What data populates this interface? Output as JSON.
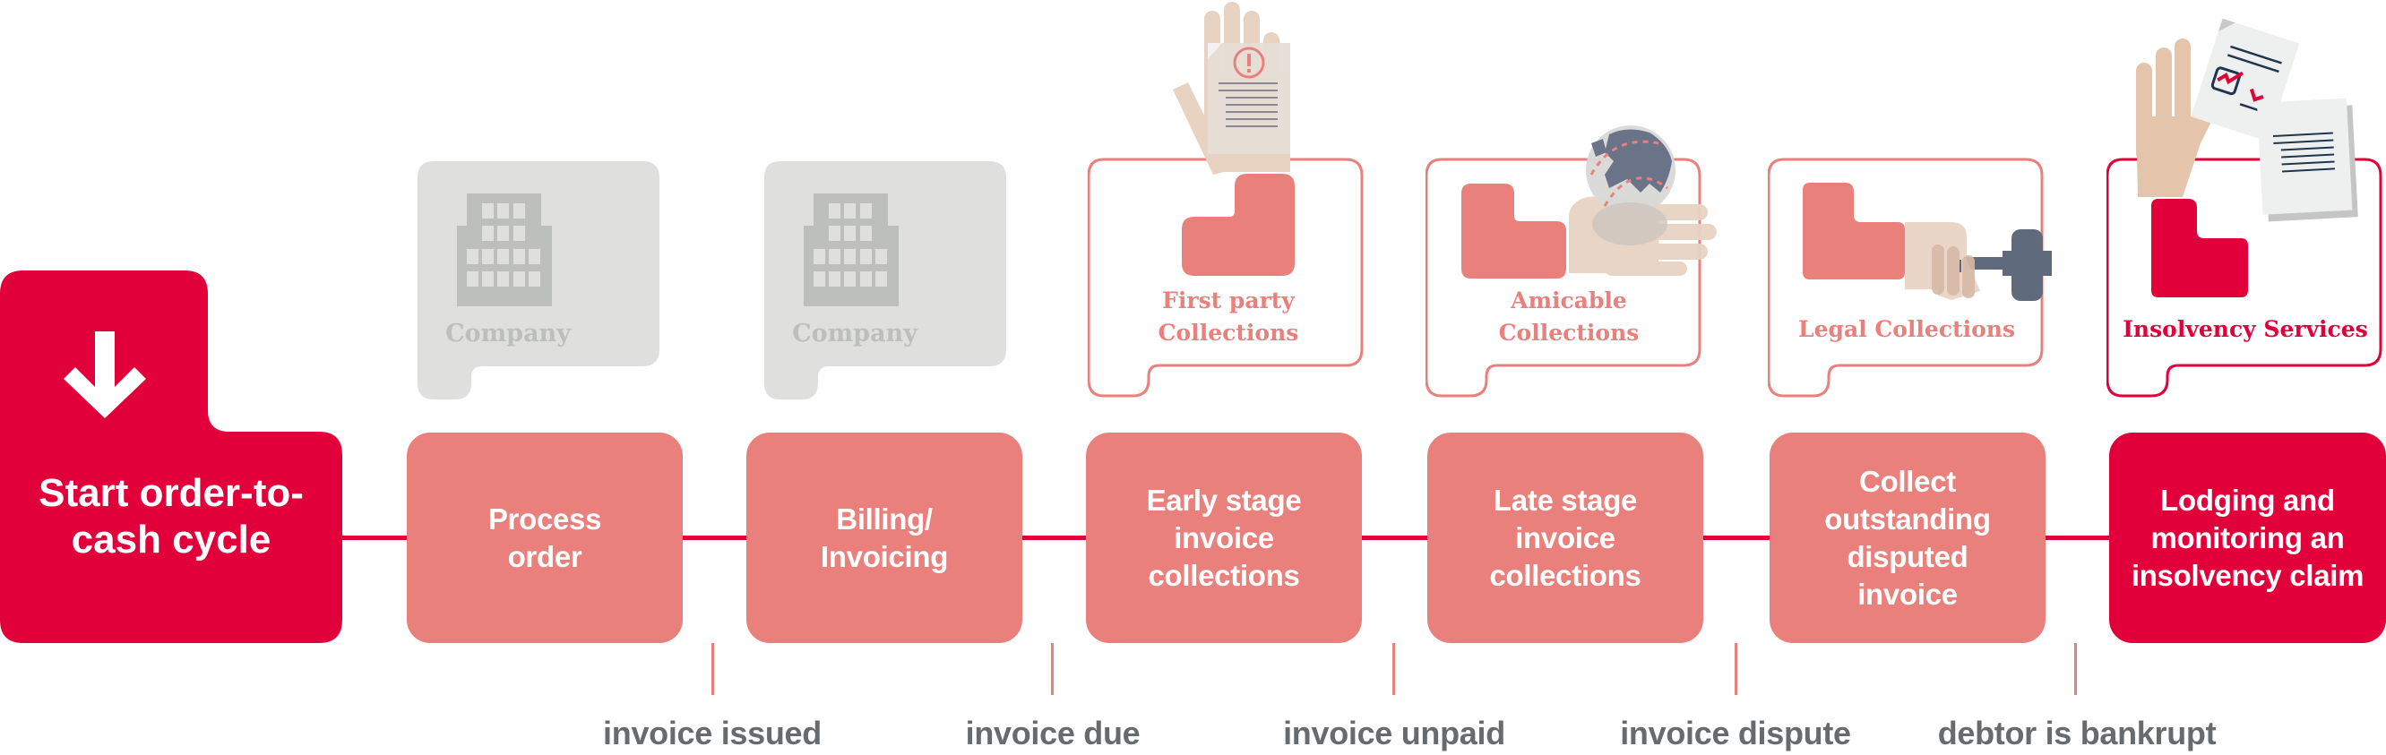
{
  "colors": {
    "primary_red": "#e2003a",
    "light_red": "#e9807c",
    "company_gray_bg": "#dfe0de",
    "company_gray_icon": "#bdbfbc",
    "milestone_text": "#676b6e",
    "skin": "#e8d3c2",
    "navy": "#5f6a7d"
  },
  "start": {
    "icon": "arrow-down-icon",
    "label": "Start order-to-cash cycle"
  },
  "steps": [
    {
      "label": "Process order",
      "emphasis": false
    },
    {
      "label": "Billing/ Invoicing",
      "emphasis": false
    },
    {
      "label": "Early stage invoice collections",
      "emphasis": false
    },
    {
      "label": "Late stage invoice collections",
      "emphasis": false
    },
    {
      "label": "Collect outstanding disputed invoice",
      "emphasis": false
    },
    {
      "label": "Lodging and monitoring an insolvency claim",
      "emphasis": true
    }
  ],
  "milestones": [
    "invoice issued",
    "invoice due",
    "invoice unpaid",
    "invoice dispute",
    "debtor is bankrupt"
  ],
  "cards": [
    {
      "label": "Company",
      "style": "company",
      "icon": "building-icon"
    },
    {
      "label": "Company",
      "style": "company",
      "icon": "building-icon"
    },
    {
      "label": "First party Collections",
      "style": "collections",
      "icon": "hand-with-warning-document-icon"
    },
    {
      "label": "Amicable Collections",
      "style": "collections",
      "icon": "hand-with-globe-icon"
    },
    {
      "label": "Legal Collections",
      "style": "collections",
      "icon": "hand-turning-key-icon"
    },
    {
      "label": "Insolvency Services",
      "style": "insolvency",
      "icon": "hand-with-documents-icon"
    }
  ]
}
